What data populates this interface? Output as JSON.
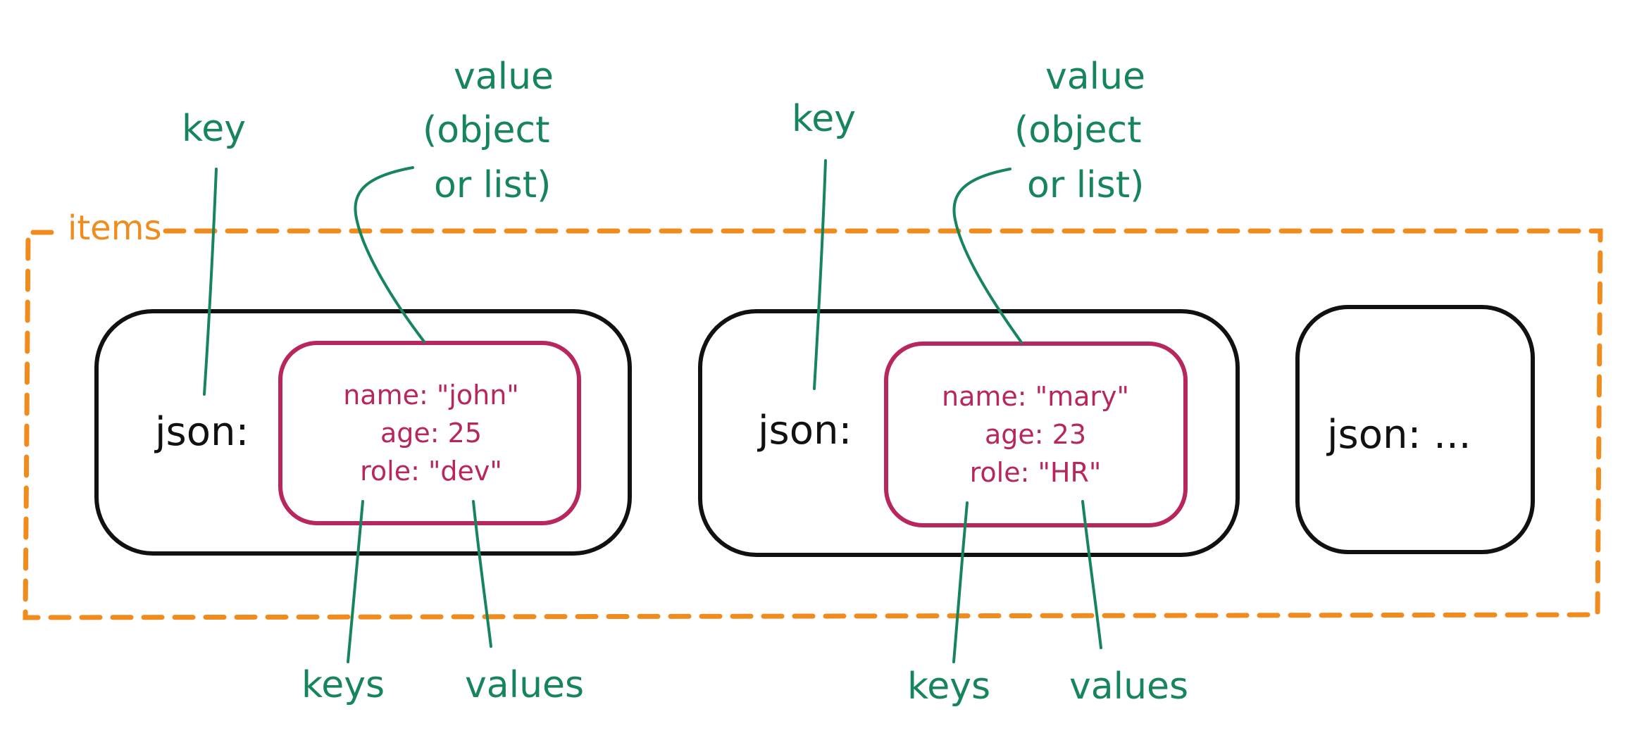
{
  "items_group": {
    "label": "items",
    "accent_color": "#f08c1e"
  },
  "colors": {
    "annotation": "#17855b",
    "object_border": "#111111",
    "value_border": "#b8265e"
  },
  "items": [
    {
      "json_label": "json:",
      "annotations": {
        "key": "key",
        "value_line1": "value",
        "value_line2": "(object",
        "value_line3": "or list)",
        "keys": "keys",
        "values": "values"
      },
      "fields": [
        {
          "text": "name: \"john\""
        },
        {
          "text": "age: 25"
        },
        {
          "text": "role: \"dev\""
        }
      ]
    },
    {
      "json_label": "json:",
      "annotations": {
        "key": "key",
        "value_line1": "value",
        "value_line2": "(object",
        "value_line3": "or list)",
        "keys": "keys",
        "values": "values"
      },
      "fields": [
        {
          "text": "name: \"mary\""
        },
        {
          "text": "age: 23"
        },
        {
          "text": "role: \"HR\""
        }
      ]
    },
    {
      "json_label": "json: ..."
    }
  ]
}
